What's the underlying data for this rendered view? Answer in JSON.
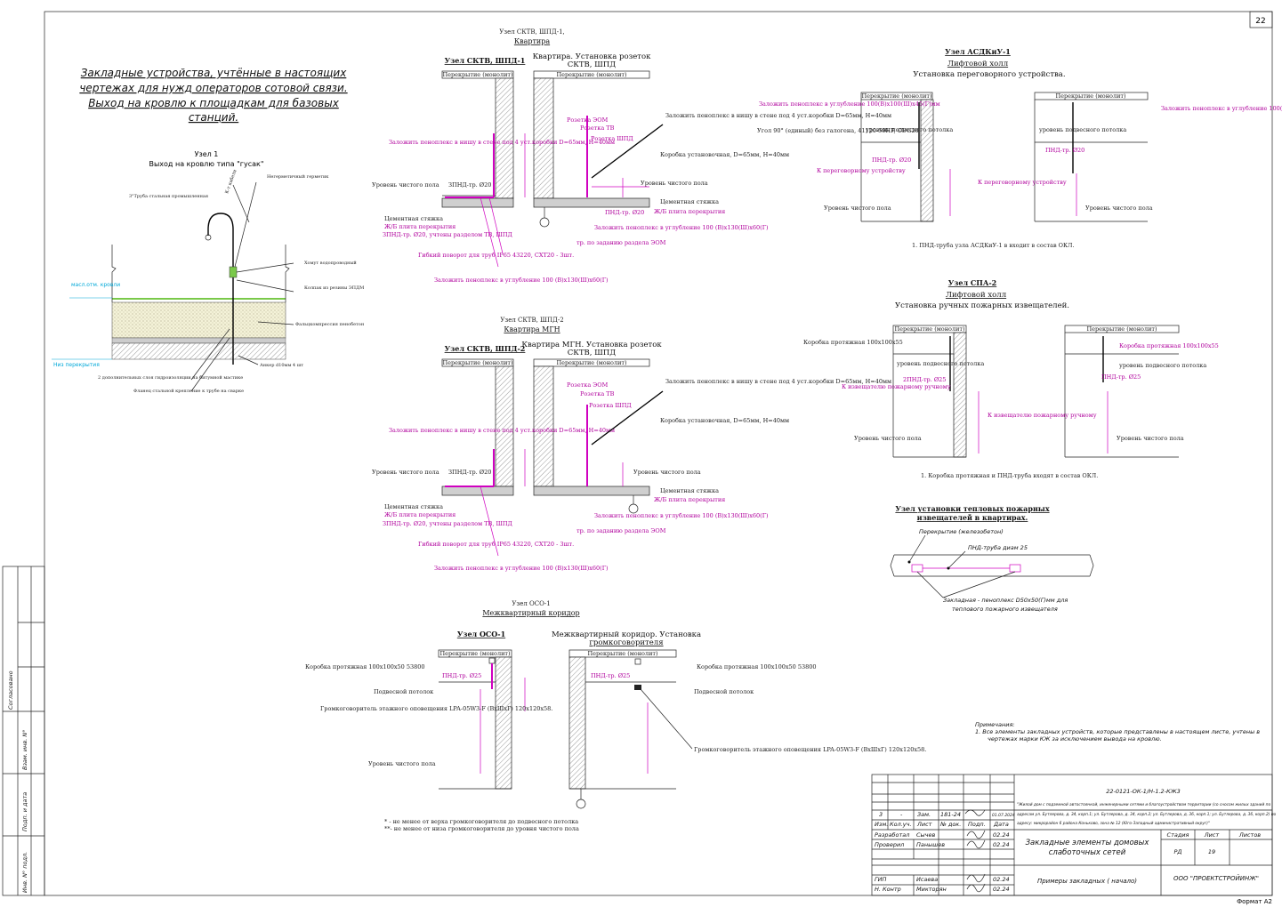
{
  "sheet": {
    "page_number": "22",
    "format": "Формат А2",
    "heading_lines": [
      "Закладные устройства, учтённые в настоящих",
      "чертежах для нужд операторов сотовой связи.",
      "Выход на кровлю к площадкам для базовых",
      "станций."
    ]
  },
  "node1": {
    "title": "Узел 1",
    "subtitle": "Выход на кровлю типа \"гусак\"",
    "labels": {
      "pipe": "3\"Труба стальная промышленная",
      "canopy": "Негерметичный герметик",
      "clamp": "Хомут водопроводный",
      "seal": "Колпак из резины ЭПДМ",
      "insulation": "Фальцкомпрессия пенобетон",
      "anchor": "Анкер d10мм 4 шт",
      "layers": "2 дополнительных слоя гидроизоляции на битумной мастике",
      "flange": "Фланец стальной крепление к трубе на сварке",
      "roof_mark": "масл.отм. кровли",
      "slab_mark": "Низ перекрытия",
      "cable": "К-т кабеля"
    }
  },
  "common": {
    "slab": "Перекрытие (монолит)",
    "floor": "Уровень чистого пола",
    "screed": "Цементная стяжка",
    "rc_slab": "Ж/Б плита перекрытия",
    "recess_wall": "Заложить пеноплекс в нишу в стене под 4 уст.коробки D=65мм, Н=40мм",
    "recess_floor": "Заложить пеноплекс в углубление 100 (В)х130(Ш)х60(Г)",
    "box": "Коробка установочная, D=65мм, Н=40мм",
    "pipe20": "ЗПНД-тр. Ø20",
    "pipe20_tv": "ЗПНД-тр. Ø20, учтены разделом ТВ, ШПД",
    "bend": "Гибкий поворот для труб IP65 43220, CXT20 - 3шт.",
    "pnd20": "ПНД-тр. Ø20",
    "eom_task": "тр. по заданию раздела ЭОМ",
    "sock_eom": "Розетка ЭОМ",
    "sock_tv": "Розетка ТВ",
    "sock_shpd": "Розетка ШПД"
  },
  "group1": {
    "caption1": "Узел СКТВ, ШПД-1,",
    "caption2": "Квартира",
    "left_title": "Узел СКТВ, ШПД-1",
    "right_title1": "Квартира. Установка розеток",
    "right_title2": "СКТВ, ШПД"
  },
  "group2": {
    "caption1": "Узел СКТВ, ШПД-2",
    "caption2": "Квартира МГН",
    "left_title": "Узел СКТВ, ШПД-2",
    "right_title1": "Квартира МГН. Установка розеток",
    "right_title2": "СКТВ, ШПД"
  },
  "group3": {
    "caption1": "Узел ОСО-1",
    "caption2": "Межквартирный коридор",
    "left_title": "Узел ОСО-1",
    "right_title1": "Межквартирный коридор. Установка",
    "right_title2": "громкоговорителя",
    "box": "Коробка протяжная 100х100х50 53800",
    "pnd25": "ПНД-тр. Ø25",
    "ceiling": "Подвесной потолок",
    "speaker": "Громкоговоритель этажного оповещения LPA-05W3-F (ВхШхГ) 120х120х58.",
    "note1": "* - не менее от верха громкоговорителя до подвесного потолка",
    "note2": "**- не менее от низа громкоговорителя до уровня чистого пола"
  },
  "askue": {
    "title": "Узел АСДКиУ-1",
    "sub1": "Лифтовой холл",
    "sub2": "Установка переговорного устройства.",
    "recess": "Заложить пеноплекс в углубление 100(В)х100(Ш)х45(Г)мм",
    "angle": "Угол 90° (единый) без галогена, 41120-50HF, CUG20",
    "ceil_level": "уровень подвесного потолка",
    "device": "К переговорному устройству",
    "note": "1. ПНД-труба узла АСДКиУ-1 в входит в состав ОКЛ."
  },
  "spa": {
    "title": "Узел СПА-2",
    "sub1": "Лифтовой холл",
    "sub2": "Установка ручных пожарных извещателей.",
    "box": "Коробка протяжная 100х100х55",
    "ceil_level": "уровень подвесного потолка",
    "pipe25": "2ПНД-тр. Ø25",
    "pipe25b": "ПНД-тр. Ø25",
    "detector": "К извещателю пожарному ручному",
    "note": "1. Коробка протяжная и ПНД-труба входят в состав ОКЛ."
  },
  "heat": {
    "title1": "Узел установки тепловых пожарных",
    "title2": "извещателей в квартирах.",
    "slab": "Перекрытие (железобетон)",
    "pipe": "ПНД-труба диам 25",
    "insert1": "Закладная - пеноплекс D50х50(Г)мм для",
    "insert2": "теплового пожарного извещателя"
  },
  "notes": {
    "heading": "Примечания:",
    "text1": "1.    Все элементы закладных устройств, которые представлены в настоящем листе, учтены в",
    "text2": "чертежах марки КЖ за исключением вывода на кровлю."
  },
  "side_stamp": [
    "Согласовано",
    "Взам. инв. N°",
    "Подп. и дата",
    "Инв. N° подл."
  ],
  "title_block": {
    "doc_code": "22-0121-ОК-1/Н-1.2-КЖ3",
    "object1": "\"Жилой дом с подземной автостоянкой, инженерными сетями и благоустройством территории (со сносом жилых зданий по",
    "object2": "адресам ул. Бутлерова, д. 34, корп.1; ул. Бутлерова, д. 34, корп.2; ул. Бутлерова, д. 36, корп.1; ул. Бутлерова, д. 36, корп.2) по",
    "object3": "адресу: микрорайон 6 района Коньково, зона № 12 (Юго-Западный административный округ)\"",
    "rev_row": [
      "3",
      "-",
      "Зам.",
      "181-24",
      "",
      "01.07.2024"
    ],
    "head_row": [
      "Изм.",
      "Кол.уч.",
      "Лист",
      "№ док.",
      "Подп.",
      "Дата"
    ],
    "people": [
      {
        "role": "Разработал",
        "name": "Сычев",
        "date": "02.24"
      },
      {
        "role": "Проверил",
        "name": "Панышев",
        "date": "02.24"
      },
      {
        "role": "ГИП",
        "name": "Исаева",
        "date": "02.24"
      },
      {
        "role": "Н. Контр",
        "name": "Микторян",
        "date": "02.24"
      }
    ],
    "sheet_title1": "Закладные элементы домовых",
    "sheet_title2": "слаботочных сетей",
    "stage_head": "Стадия",
    "sheet_head": "Лист",
    "sheets_head": "Листов",
    "stage": "РД",
    "sheet_no": "19",
    "drawing": "Примеры закладных ( начало)",
    "company": "ООО \"ПРОЕКТСТРОЙИНЖ\""
  }
}
